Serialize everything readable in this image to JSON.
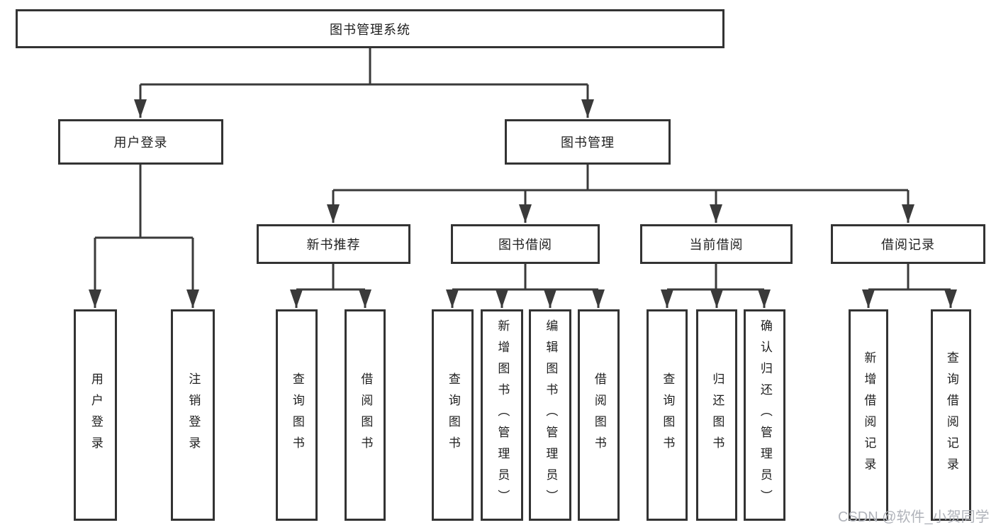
{
  "nodes": {
    "root": "图书管理系统",
    "user_login": "用户登录",
    "book_mgmt": "图书管理",
    "login": "用户登录",
    "logout": "注销登录",
    "new_rec": "新书推荐",
    "book_borrow": "图书借阅",
    "cur_borrow": "当前借阅",
    "borrow_rec": "借阅记录",
    "nb_query": "查询图书",
    "nb_borrow": "借阅图书",
    "bb_query": "查询图书",
    "bb_add": "新增图书（管理员）",
    "bb_edit": "编辑图书（管理员）",
    "bb_borrow": "借阅图书",
    "cb_query": "查询图书",
    "cb_return": "归还图书",
    "cb_confirm": "确认归还（管理员）",
    "br_add": "新增借阅记录",
    "br_query": "查询借阅记录"
  },
  "watermark": "CSDN @软件_小贺同学",
  "colors": {
    "line": "#3a3a3a",
    "box_border": "#333333",
    "text": "#1f1f1f",
    "watermark": "#b0b3ba",
    "background": "#ffffff"
  }
}
